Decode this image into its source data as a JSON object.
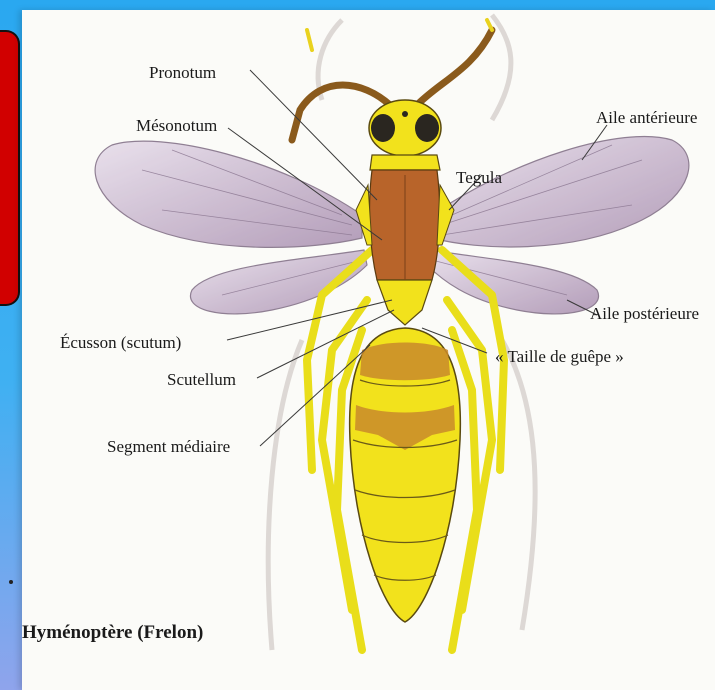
{
  "diagram": {
    "caption": "Hyménoptère (Frelon)",
    "labels": {
      "pronotum": "Pronotum",
      "mesonotum": "Mésonotum",
      "tegula": "Tegula",
      "aile_anterieure": "Aile antérieure",
      "aile_posterieure": "Aile postérieure",
      "ecusson": "Écusson (scutum)",
      "scutellum": "Scutellum",
      "taille_de_guepe": "« Taille de guêpe »",
      "segment_mediaire": "Segment médiaire"
    }
  },
  "colors": {
    "background": "#2aa8f0",
    "side_panel": "#d10000",
    "insect_yellow": "#f2e21c",
    "insect_brown": "#b8642a",
    "wing_tint": "#b9a3bf"
  }
}
